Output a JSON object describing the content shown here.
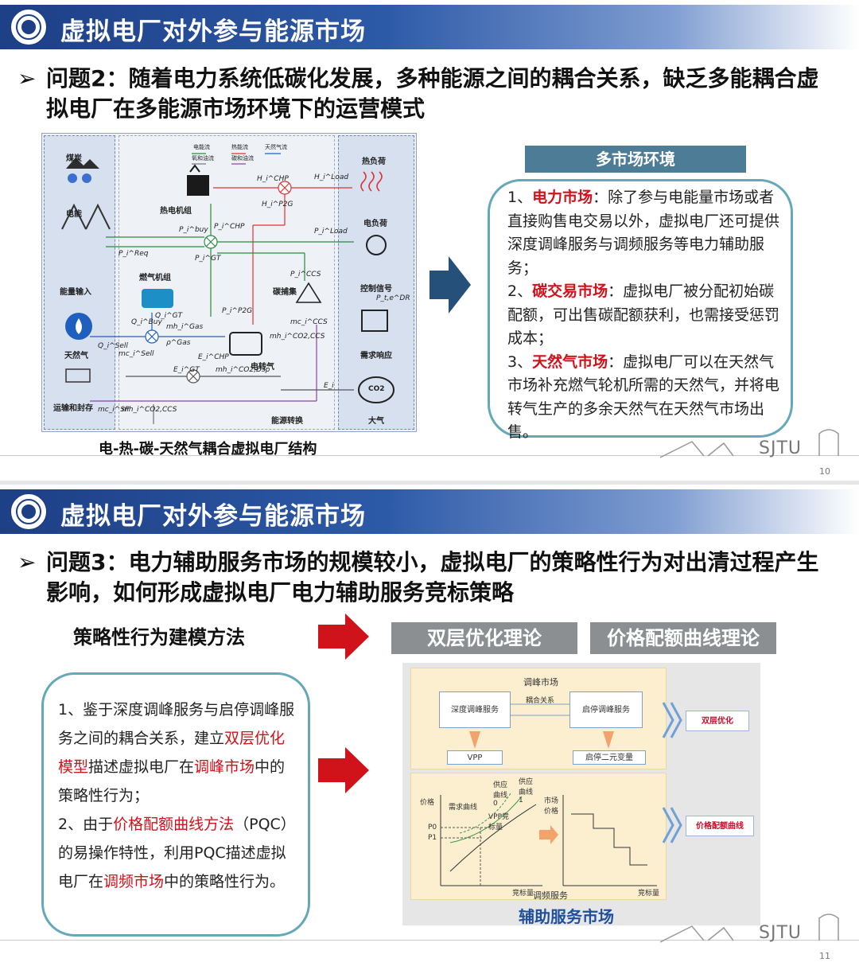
{
  "slides": [
    {
      "header_title": "虚拟电厂对外参与能源市场",
      "question": "问题2：随着电力系统低碳化发展，多种能源之间的耦合关系，缺乏多能耦合虚拟电厂在多能源市场环境下的运营模式",
      "diagram": {
        "caption": "电-热-碳-天然气耦合虚拟电厂结构",
        "left_labels": [
          "煤炭",
          "电能",
          "能量输入",
          "天然气",
          "运输和封存"
        ],
        "middle_labels": [
          "热电机组",
          "燃气机组",
          "碳捕集",
          "电转气",
          "能源转换"
        ],
        "right_labels": [
          "热负荷",
          "电负荷",
          "控制信号",
          "需求响应",
          "大气"
        ],
        "legend": [
          "电能流",
          "热能流",
          "天然气流",
          "氧和油流",
          "碳和油流"
        ],
        "symbols": [
          "H_i^CHP",
          "H_i^Load",
          "H_i^P2G",
          "P_i^buy",
          "P_i^CHP",
          "P_i^Load",
          "P_i^Req",
          "P_i^CCS",
          "P_i^P2G",
          "P_i^GT",
          "P_t,e^DR",
          "Q_i^Buy",
          "Q_i^GT",
          "Q_i^Sell",
          "mh_i^Gas",
          "mc_i^Sell",
          "mh_i^CO2,CCS",
          "mc_i^CCS",
          "mc_i^SP",
          "mh_i^CO2,Dsp",
          "mh_i^CO2,CCS",
          "E_i^GT",
          "E_i^CHP",
          "E_i",
          "ρ^Gas",
          "CO2"
        ]
      },
      "env_tag": "多市场环境",
      "markets": [
        {
          "num": "1、",
          "name": "电力市场",
          "text": "：除了参与电能量市场或者直接购售电交易以外，虚拟电厂还可提供深度调峰服务与调频服务等电力辅助服务；"
        },
        {
          "num": "2、",
          "name": "碳交易市场",
          "text": "：虚拟电厂被分配初始碳配额，可出售碳配额获利，也需接受惩罚成本；"
        },
        {
          "num": "3、",
          "name": "天然气市场",
          "text": "：虚拟电厂可以在天然气市场补充燃气轮机所需的天然气，并将电转气生产的多余天然气在天然气市场出售。"
        }
      ],
      "watermark": "SJTU",
      "page_number": "10"
    },
    {
      "header_title": "虚拟电厂对外参与能源市场",
      "question": "问题3：电力辅助服务市场的规模较小，虚拟电厂的策略性行为对出清过程产生影响，如何形成虚拟电厂电力辅助服务竞标策略",
      "left_title": "策略性行为建模方法",
      "theory_tags": [
        "双层优化理论",
        "价格配额曲线理论"
      ],
      "points": {
        "p1_a": "1、鉴于深度调峰服务与启停调峰服务之间的耦合关系，建立",
        "p1_r1": "双层优化模型",
        "p1_b": "描述虚拟电厂在",
        "p1_r2": "调峰市场",
        "p1_c": "中的策略性行为；",
        "p2_a": "2、由于",
        "p2_r1": "价格配额曲线方法",
        "p2_b": "（PQC）的易操作特性，利用PQC描述虚拟电厂在",
        "p2_r2": "调频市场",
        "p2_c": "中的策略性行为。"
      },
      "panel": {
        "peak_market": "调峰市场",
        "deep_peak": "深度调峰服务",
        "coupling": "耦合关系",
        "start_stop": "启停调峰服务",
        "vpp": "VPP",
        "binary": "启停二元变量",
        "bilevel_tag": "双层优化",
        "price": "价格",
        "demand_curve": "需求曲线",
        "supply0": "供应曲线0",
        "supply1": "供应曲线1",
        "vpp_bid": "VPP竞标量",
        "p0": "P0",
        "p1": "P1",
        "bid_qty": "竞标量",
        "market_price": "市场价格",
        "bid_qty2": "竞标量",
        "pqc_tag": "价格配额曲线",
        "freq_service": "调频服务",
        "caption": "辅助服务市场"
      },
      "watermark": "SJTU",
      "page_number": "11"
    }
  ]
}
